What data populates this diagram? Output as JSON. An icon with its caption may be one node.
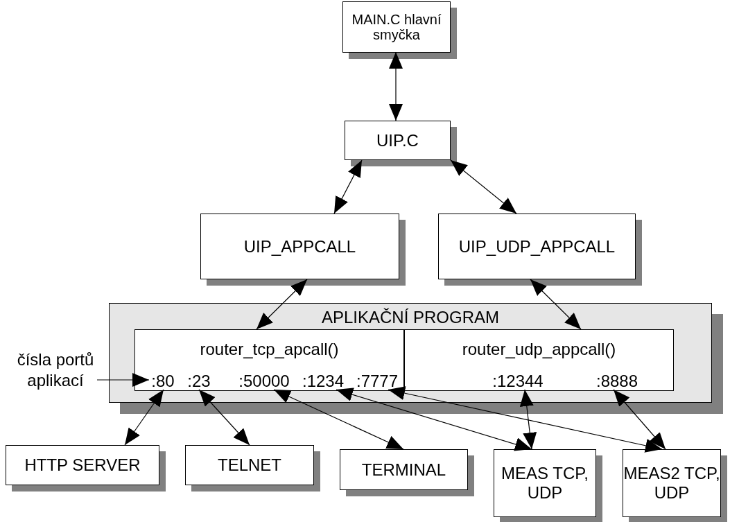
{
  "diagram": {
    "nodes": [
      {
        "text": [
          "MAIN.C hlavní smyčka"
        ]
      },
      {
        "text": [
          "UIP.C"
        ]
      },
      {
        "text": [
          "UIP_APPCALL"
        ]
      },
      {
        "text": [
          "UIP_UDP_APPCALL"
        ]
      },
      {
        "text": [
          "APLIKAČNÍ PROGRAM"
        ]
      },
      {
        "text": [
          "router_tcp_apcall()"
        ],
        "in": 4
      },
      {
        "text": [
          "router_udp_appcall()"
        ],
        "in": 4
      },
      {
        "text": [
          ":80"
        ],
        "in": 5
      },
      {
        "text": [
          ":23"
        ],
        "in": 5
      },
      {
        "text": [
          ":50000"
        ],
        "in": 5
      },
      {
        "text": [
          ":1234"
        ],
        "in": 5
      },
      {
        "text": [
          ":7777"
        ],
        "in": 5
      },
      {
        "text": [
          ":12344"
        ],
        "in": 6
      },
      {
        "text": [
          ":8888"
        ],
        "in": 6
      },
      {
        "text": [
          "čísla portů aplikací"
        ]
      },
      {
        "text": [
          "HTTP SERVER"
        ]
      },
      {
        "text": [
          "TELNET"
        ]
      },
      {
        "text": [
          "TERMINAL"
        ]
      },
      {
        "text": [
          "MEAS TCP, UDP"
        ]
      },
      {
        "text": [
          "MEAS2 TCP, UDP"
        ]
      }
    ],
    "edges": [
      {
        "from": 0,
        "to": 1,
        "arrow": "both"
      },
      {
        "from": 1,
        "to": 2,
        "arrow": "both"
      },
      {
        "from": 1,
        "to": 3,
        "arrow": "both"
      },
      {
        "from": 2,
        "to": 5,
        "arrow": "both"
      },
      {
        "from": 3,
        "to": 6,
        "arrow": "both"
      },
      {
        "from": 7,
        "to": 15,
        "arrow": "both"
      },
      {
        "from": 8,
        "to": 16,
        "arrow": "both"
      },
      {
        "from": 9,
        "to": 17,
        "arrow": "both"
      },
      {
        "from": 10,
        "to": 18,
        "arrow": "both"
      },
      {
        "from": 11,
        "to": 19,
        "arrow": "both"
      },
      {
        "from": 12,
        "to": 18,
        "arrow": "both"
      },
      {
        "from": 13,
        "to": 19,
        "arrow": "both"
      },
      {
        "from": 14,
        "to": 7,
        "arrow": "to"
      }
    ]
  }
}
